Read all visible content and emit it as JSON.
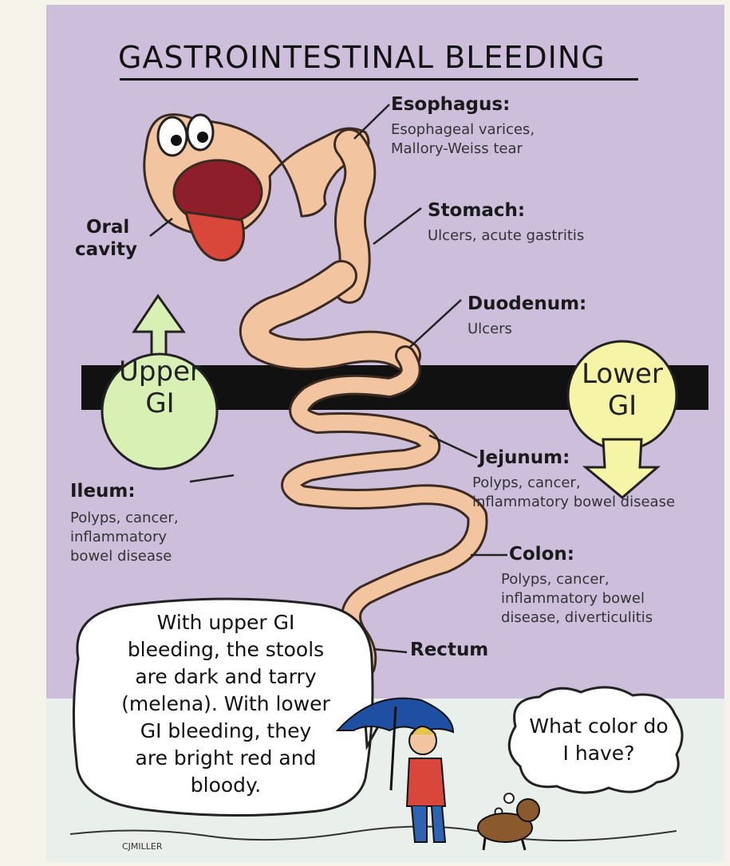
{
  "title": "GASTROINTESTINAL BLEEDING",
  "labels": {
    "esophagus": {
      "name": "Esophagus:",
      "lines": [
        "Esophageal varices,",
        "Mallory-Weiss tear"
      ]
    },
    "stomach": {
      "name": "Stomach:",
      "lines": [
        "Ulcers, acute gastritis"
      ]
    },
    "duodenum": {
      "name": "Duodenum:",
      "lines": [
        "Ulcers"
      ]
    },
    "jejunum": {
      "name": "Jejunum:",
      "lines": [
        "Polyps, cancer,",
        "inflammatory bowel disease"
      ]
    },
    "ileum": {
      "name": "Ileum:",
      "lines": [
        "Polyps, cancer,",
        "inflammatory",
        "bowel disease"
      ]
    },
    "colon": {
      "name": "Colon:",
      "lines": [
        "Polyps, cancer,",
        "inflammatory bowel",
        "disease, diverticulitis"
      ]
    },
    "rectum": {
      "name": "Rectum"
    },
    "oral": {
      "lines": [
        "Oral",
        "cavity"
      ]
    }
  },
  "upper_gi": [
    "Upper",
    "GI"
  ],
  "lower_gi": [
    "Lower",
    "GI"
  ],
  "speech_bubble": [
    "With upper GI",
    "bleeding, the stools",
    "are dark and tarry",
    "(melena). With lower",
    "GI bleeding, they",
    "are bright red and",
    "bloody."
  ],
  "thought_bubble": [
    "What color do",
    "I have?"
  ],
  "signature": "CJMILLER",
  "colors": {
    "background": "#cdbfdc",
    "gut": "#f2c49f",
    "gut_outline": "#3a2a20",
    "tongue": "#d9463a",
    "upper_arrow": "#d8f0b4",
    "lower_arrow": "#f6f4a6",
    "bar": "#111111",
    "ground": "#e9f0ec"
  }
}
